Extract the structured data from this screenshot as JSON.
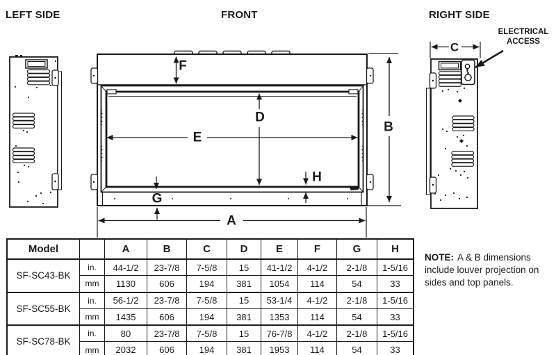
{
  "view_titles": {
    "left_side": "LEFT SIDE",
    "front": "FRONT",
    "right_side": "RIGHT SIDE"
  },
  "dimension_labels": {
    "A": "A",
    "B": "B",
    "C": "C",
    "D": "D",
    "E": "E",
    "F": "F",
    "G": "G",
    "H": "H"
  },
  "callouts": {
    "electrical_access": "ELECTRICAL ACCESS"
  },
  "note": {
    "label": "NOTE:",
    "text": "A & B dimensions include louver projection on sides and top panels."
  },
  "table": {
    "headers": [
      "Model",
      "",
      "A",
      "B",
      "C",
      "D",
      "E",
      "F",
      "G",
      "H"
    ],
    "unit_row_labels": [
      "in.",
      "mm"
    ],
    "rows": [
      {
        "model": "SF-SC43-BK",
        "in": [
          "44-1/2",
          "23-7/8",
          "7-5/8",
          "15",
          "41-1/2",
          "4-1/2",
          "2-1/8",
          "1-5/16"
        ],
        "mm": [
          "1130",
          "606",
          "194",
          "381",
          "1054",
          "114",
          "54",
          "33"
        ]
      },
      {
        "model": "SF-SC55-BK",
        "in": [
          "56-1/2",
          "23-7/8",
          "7-5/8",
          "15",
          "53-1/4",
          "4-1/2",
          "2-1/8",
          "1-5/16"
        ],
        "mm": [
          "1435",
          "606",
          "194",
          "381",
          "1353",
          "114",
          "54",
          "33"
        ]
      },
      {
        "model": "SF-SC78-BK",
        "in": [
          "80",
          "23-7/8",
          "7-5/8",
          "15",
          "76-7/8",
          "4-1/2",
          "2-1/8",
          "1-5/16"
        ],
        "mm": [
          "2032",
          "606",
          "194",
          "381",
          "1953",
          "114",
          "54",
          "33"
        ]
      }
    ]
  },
  "drawing_colors": {
    "line": "#1a1a1a",
    "background": "#ffffff"
  }
}
